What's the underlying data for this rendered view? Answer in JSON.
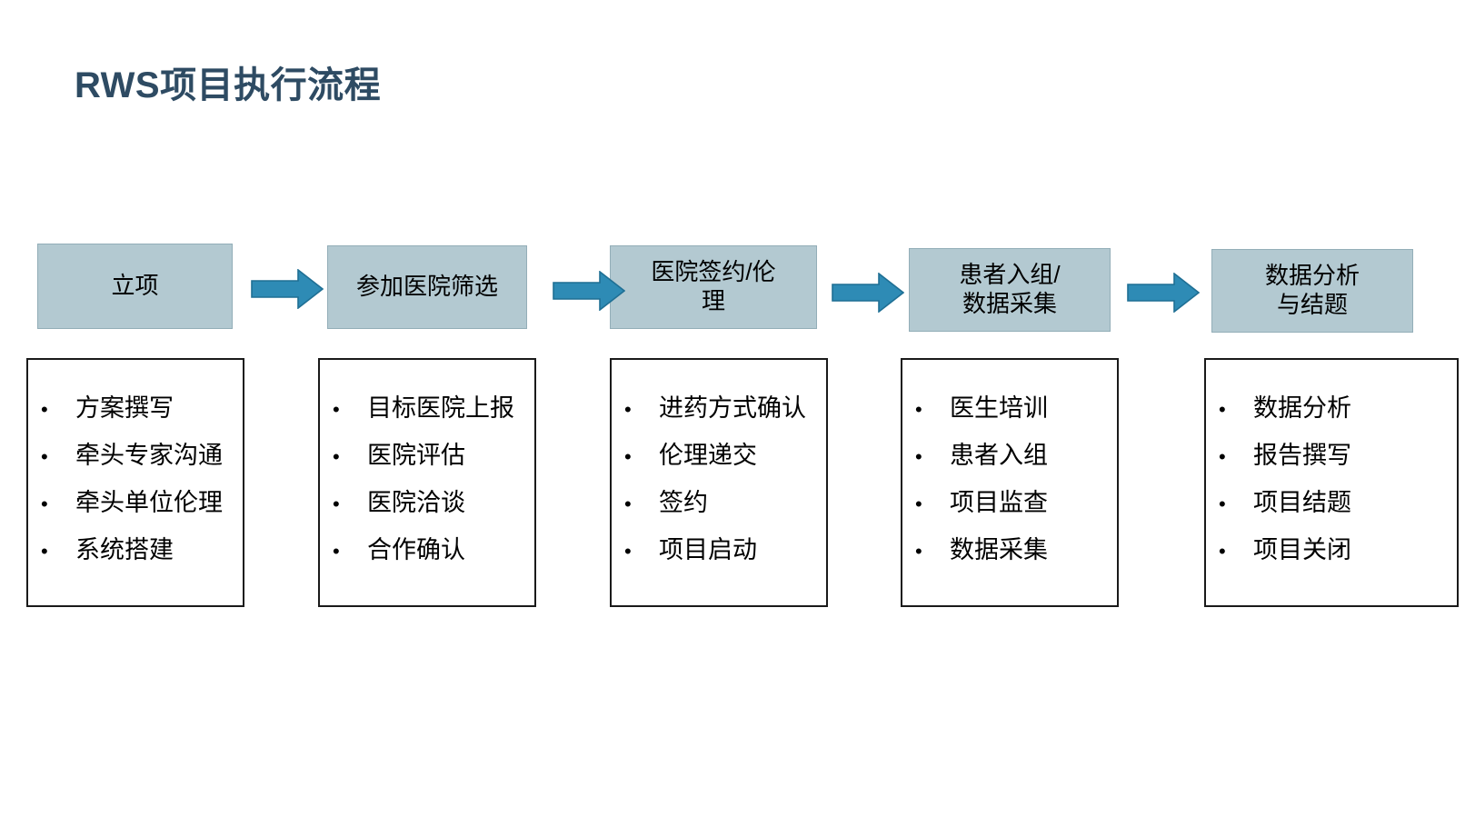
{
  "slide": {
    "title": "RWS项目执行流程",
    "title_color": "#2E4B63",
    "background_color": "#FFFFFF"
  },
  "theme": {
    "stage_fill": "#B3C9D1",
    "stage_border": "#93AEB8",
    "arrow_fill": "#2E8BB5",
    "arrow_border": "#1F6F94",
    "detail_border": "#1A1A1A",
    "text_color": "#000000"
  },
  "flow": {
    "arrow_icon_name": "right-arrow-icon",
    "bullet_glyph": "•",
    "stages": [
      {
        "header": "立项",
        "items": [
          "方案撰写",
          "牵头专家沟通",
          "牵头单位伦理",
          "系统搭建"
        ]
      },
      {
        "header": "参加医院筛选",
        "items": [
          "目标医院上报",
          "医院评估",
          "医院洽谈",
          "合作确认"
        ]
      },
      {
        "header": "医院签约/伦\n理",
        "items": [
          "进药方式确认",
          "伦理递交",
          "签约",
          "项目启动"
        ]
      },
      {
        "header": "患者入组/\n数据采集",
        "items": [
          "医生培训",
          "患者入组",
          "项目监查",
          "数据采集"
        ]
      },
      {
        "header": "数据分析\n与结题",
        "items": [
          "数据分析",
          "报告撰写",
          "项目结题",
          "项目关闭"
        ]
      }
    ]
  }
}
